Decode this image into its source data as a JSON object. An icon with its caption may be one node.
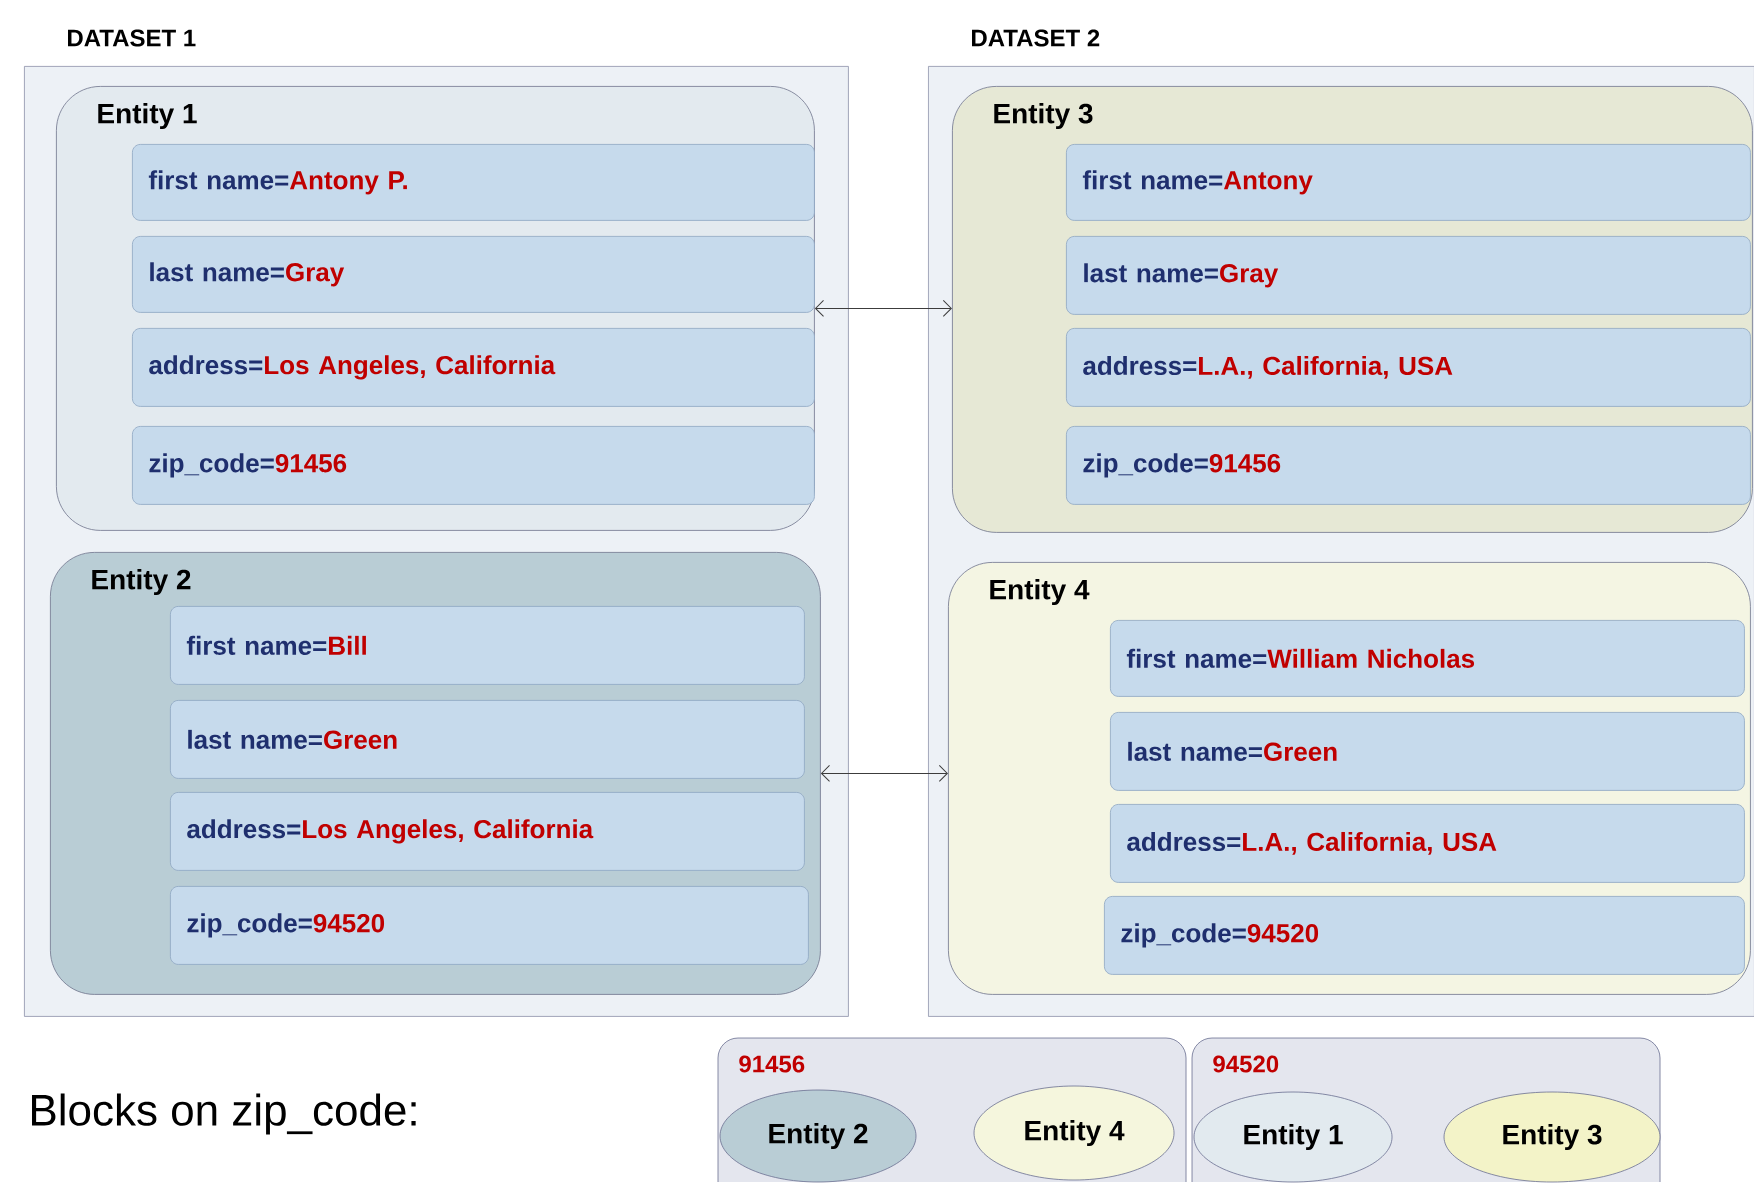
{
  "diagram": {
    "nodes": [
      {
        "text": [
          "DATASET 1"
        ]
      },
      {
        "text": [
          "Entity 1"
        ],
        "in": 0
      },
      {
        "text": [
          "first name=",
          "Antony P."
        ],
        "in": 1
      },
      {
        "text": [
          "last name=",
          "Gray"
        ],
        "in": 1
      },
      {
        "text": [
          "address=",
          "Los Angeles, California"
        ],
        "in": 1
      },
      {
        "text": [
          "zip_code=",
          "91456"
        ],
        "in": 1
      },
      {
        "text": [
          "Entity 2"
        ],
        "in": 0
      },
      {
        "text": [
          "first name=",
          "Bill"
        ],
        "in": 6
      },
      {
        "text": [
          "last name=",
          "Green"
        ],
        "in": 6
      },
      {
        "text": [
          "address=",
          "Los Angeles, California"
        ],
        "in": 6
      },
      {
        "text": [
          "zip_code=",
          "94520"
        ],
        "in": 6
      },
      {
        "text": [
          "DATASET 2"
        ]
      },
      {
        "text": [
          "Entity 3"
        ],
        "in": 11
      },
      {
        "text": [
          "first name=",
          "Antony"
        ],
        "in": 12
      },
      {
        "text": [
          "last name=",
          "Gray"
        ],
        "in": 12
      },
      {
        "text": [
          "address=",
          "L.A., California, USA"
        ],
        "in": 12
      },
      {
        "text": [
          "zip_code=",
          "91456"
        ],
        "in": 12
      },
      {
        "text": [
          "Entity 4"
        ],
        "in": 11
      },
      {
        "text": [
          "first name=",
          "William Nicholas"
        ],
        "in": 17
      },
      {
        "text": [
          "last name=",
          "Green"
        ],
        "in": 17
      },
      {
        "text": [
          "address=",
          "L.A., California, USA"
        ],
        "in": 17
      },
      {
        "text": [
          "zip_code=",
          "94520"
        ],
        "in": 17
      },
      {
        "text": [
          "91456"
        ]
      },
      {
        "text": [
          "Entity 2"
        ],
        "in": 22
      },
      {
        "text": [
          "Entity 4"
        ],
        "in": 22
      },
      {
        "text": [
          "94520"
        ]
      },
      {
        "text": [
          "Entity 1"
        ],
        "in": 25
      },
      {
        "text": [
          "Entity 3"
        ],
        "in": 25
      }
    ],
    "edges": [
      {
        "from": 1,
        "to": 12,
        "arrow": "both"
      },
      {
        "from": 6,
        "to": 17,
        "arrow": "both"
      }
    ],
    "labels": [
      "Blocks on zip_code:"
    ]
  }
}
